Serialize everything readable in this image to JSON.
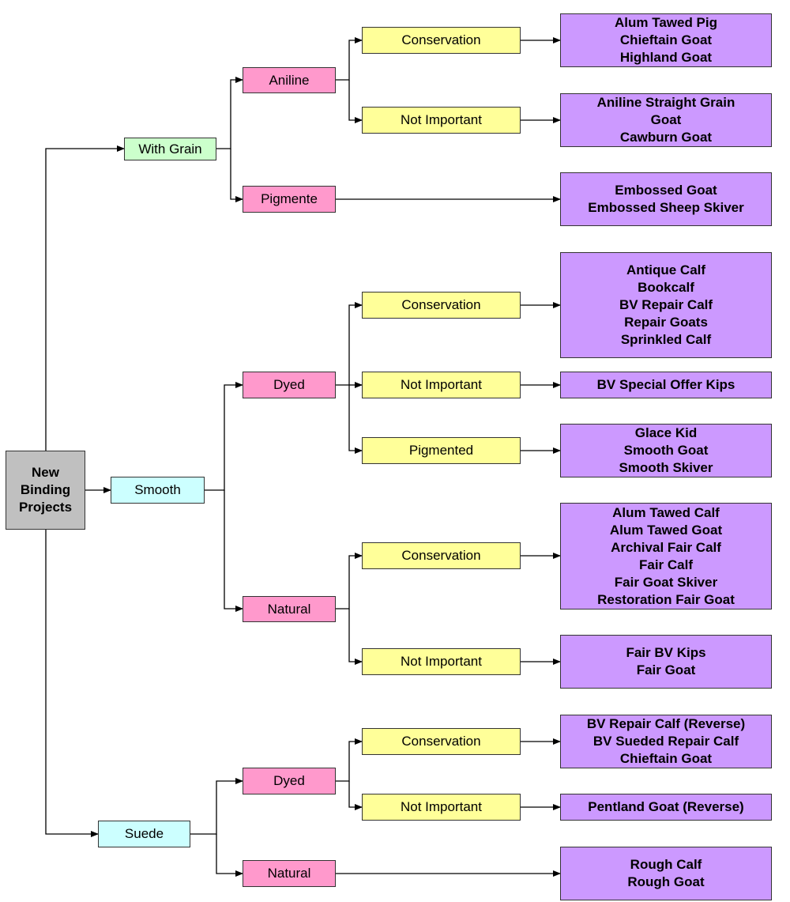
{
  "colors": {
    "root": "#c0c0c0",
    "grain": "#ccffcc",
    "finish": "#ccffff",
    "type": "#ff99cc",
    "use": "#ffff99",
    "leather": "#cc99ff",
    "line": "#000000"
  },
  "root": {
    "lines": [
      "New",
      "Binding",
      "Projects"
    ]
  },
  "level1": {
    "with_grain": "With Grain",
    "smooth": "Smooth",
    "suede": "Suede"
  },
  "level2": {
    "aniline": "Aniline",
    "pigmente": "Pigmente",
    "smooth_dyed": "Dyed",
    "smooth_natural": "Natural",
    "suede_dyed": "Dyed",
    "suede_natural": "Natural"
  },
  "level3": {
    "aniline_conservation": "Conservation",
    "aniline_not_important": "Not Important",
    "dyed_conservation": "Conservation",
    "dyed_not_important": "Not Important",
    "dyed_pigmented": "Pigmented",
    "natural_conservation": "Conservation",
    "natural_not_important": "Not Important",
    "suede_conservation": "Conservation",
    "suede_not_important": "Not Important"
  },
  "leaves": {
    "l1": [
      "Alum Tawed Pig",
      "Chieftain Goat",
      "Highland Goat"
    ],
    "l2": [
      "Aniline Straight Grain",
      "Goat",
      "Cawburn Goat"
    ],
    "l3": [
      "Embossed Goat",
      "Embossed Sheep Skiver"
    ],
    "l4": [
      "Antique Calf",
      "Bookcalf",
      "BV Repair Calf",
      "Repair Goats",
      "Sprinkled Calf"
    ],
    "l5": [
      "BV Special Offer Kips"
    ],
    "l6": [
      "Glace Kid",
      "Smooth Goat",
      "Smooth Skiver"
    ],
    "l7": [
      "Alum Tawed Calf",
      "Alum Tawed Goat",
      "Archival Fair Calf",
      "Fair Calf",
      "Fair Goat Skiver",
      "Restoration Fair Goat"
    ],
    "l8": [
      "Fair BV Kips",
      "Fair Goat"
    ],
    "l9": [
      "BV Repair Calf (Reverse)",
      "BV Sueded Repair Calf",
      "Chieftain Goat"
    ],
    "l10": [
      "Pentland Goat (Reverse)"
    ],
    "l11": [
      "Rough Calf",
      "Rough Goat"
    ]
  }
}
